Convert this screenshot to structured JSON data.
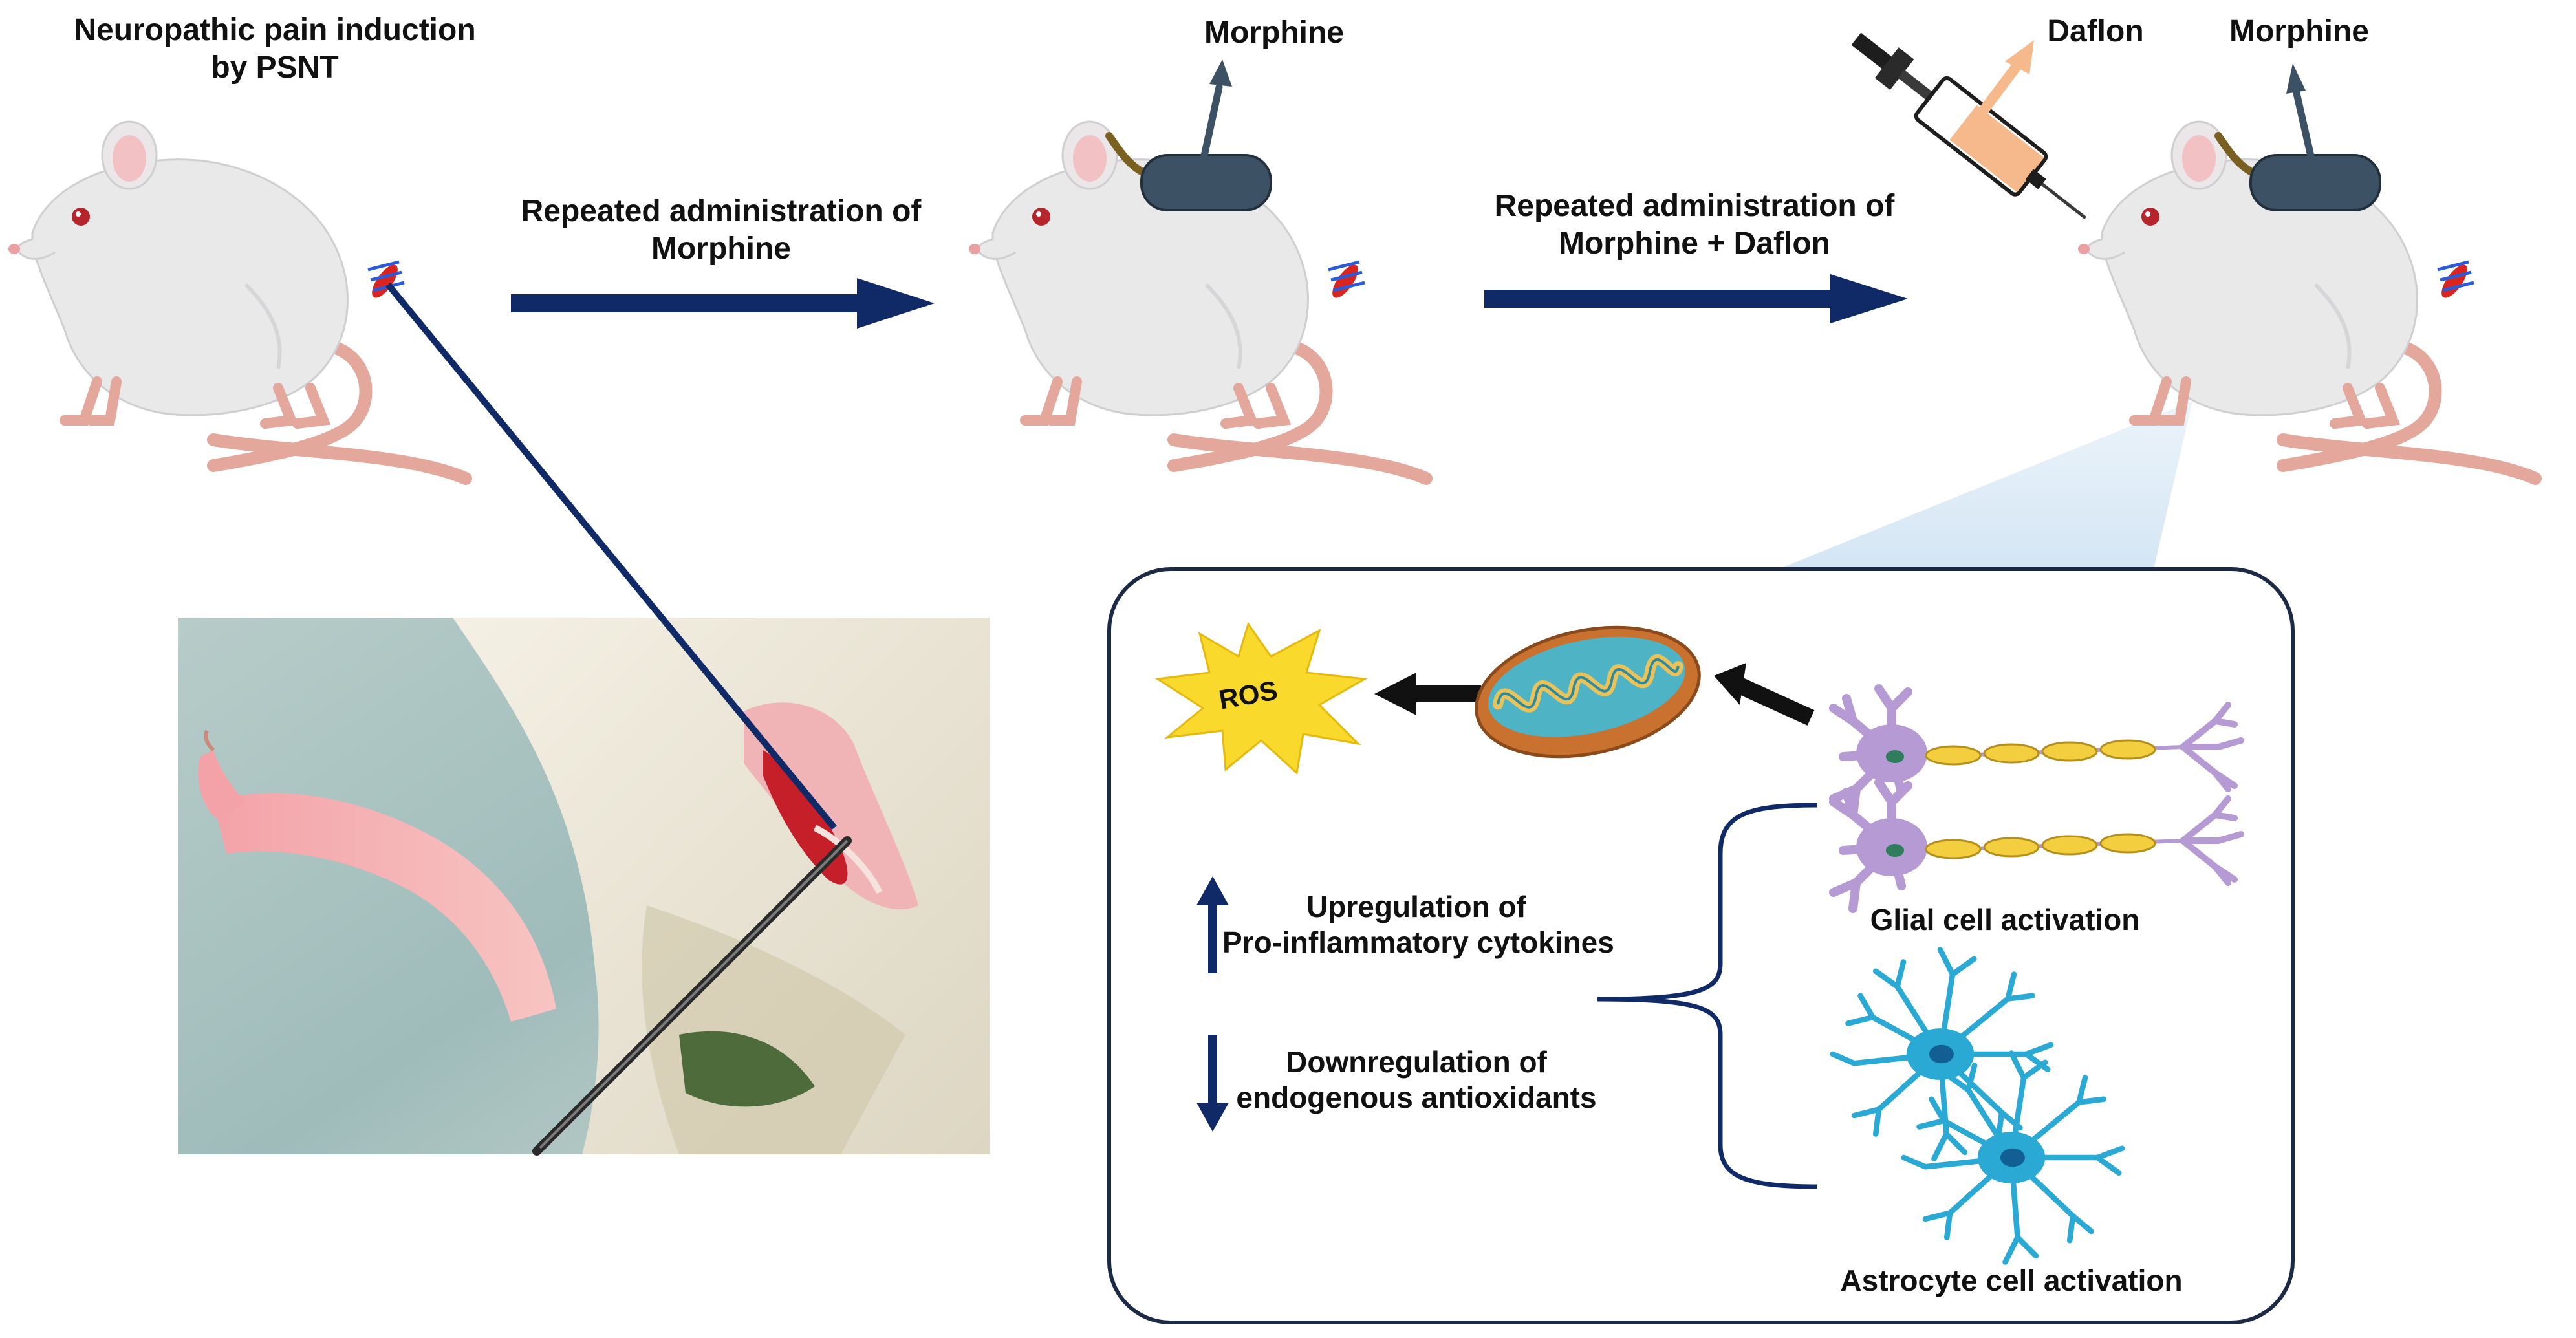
{
  "title": {
    "line1": "Neuropathic pain induction",
    "line2": "by PSNT"
  },
  "stage1": {
    "label_line1": "Repeated administration of",
    "label_line2": "Morphine",
    "pump_label": "Morphine"
  },
  "stage2": {
    "label_line1": "Repeated administration of",
    "label_line2": "Morphine + Daflon",
    "syringe_label": "Daflon",
    "pump_label": "Morphine"
  },
  "mechanism": {
    "ros_label": "ROS",
    "upregulation_line1": "Upregulation of",
    "upregulation_line2": "Pro-inflammatory cytokines",
    "downregulation_line1": "Downregulation of",
    "downregulation_line2": "endogenous antioxidants",
    "glial_label": "Glial cell activation",
    "astrocyte_label": "Astrocyte cell activation"
  },
  "colors": {
    "arrow_navy": "#0f2a66",
    "panel_border": "#1c2a46",
    "rat_fur": "#e9e9ea",
    "rat_tail": "#e3a79c",
    "pump_body": "#3c5164",
    "syringe_fluid": "#f6b98c",
    "ros_star": "#f9d92c",
    "mito_outer": "#c9712f",
    "mito_inner": "#4fb3c6",
    "glia_purple": "#b69ad3",
    "axon_yellow": "#f3cf3f",
    "astrocyte_cyan": "#29a9d3",
    "wound_red": "#d9241f",
    "zoom_cone": "#cfe3f3"
  }
}
